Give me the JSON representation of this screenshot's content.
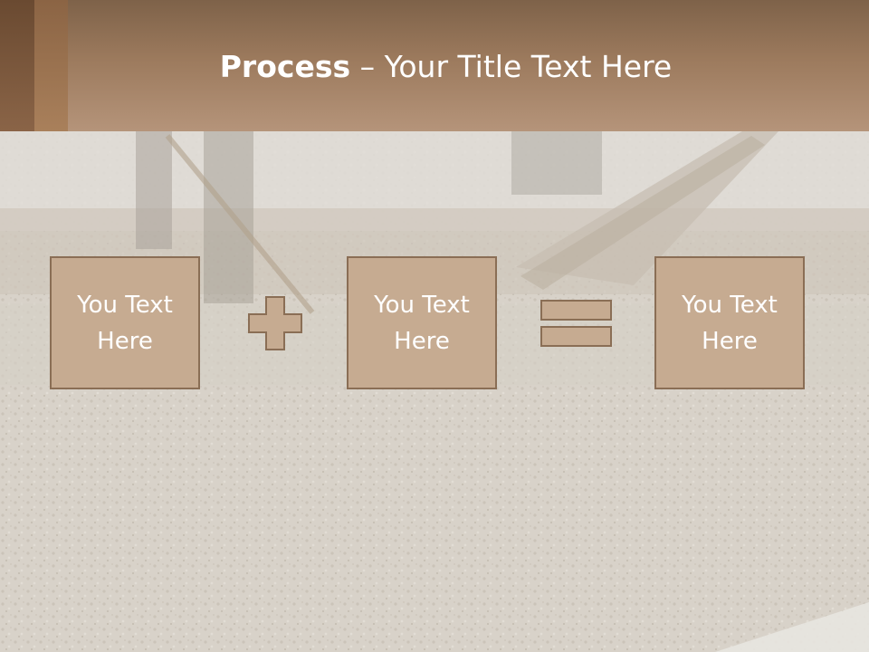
{
  "slide": {
    "title_bold": "Process",
    "title_rest": " – Your Title Text Here",
    "boxes": [
      {
        "text": "You Text\nHere"
      },
      {
        "text": "You Text\nHere"
      },
      {
        "text": "You Text\nHere"
      }
    ],
    "operators": [
      "plus-icon",
      "equals-icon"
    ]
  },
  "colors": {
    "header": "#9c7a5d",
    "box_fill": "#c6ab91",
    "box_border": "#8a6e55"
  }
}
